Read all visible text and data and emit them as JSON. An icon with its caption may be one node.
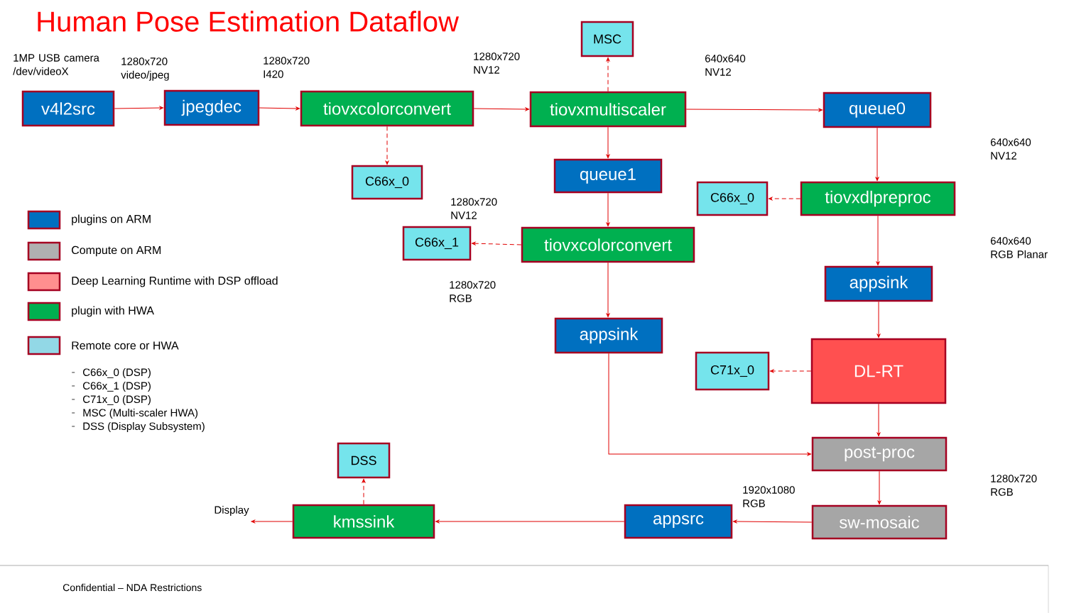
{
  "diagram": {
    "title": "Human Pose Estimation Dataflow",
    "nodes": [
      {
        "text": [
          "v4l2src"
        ],
        "beside": [
          "1MP USB camera /dev/videoX"
        ]
      },
      {
        "text": [
          "jpegdec"
        ]
      },
      {
        "text": [
          "tiovxcolorconvert"
        ]
      },
      {
        "text": [
          "MSC"
        ]
      },
      {
        "text": [
          "tiovxmultiscaler"
        ]
      },
      {
        "text": [
          "queue0"
        ]
      },
      {
        "text": [
          "C66x_0"
        ]
      },
      {
        "text": [
          "queue1"
        ]
      },
      {
        "text": [
          "C66x_0"
        ]
      },
      {
        "text": [
          "tiovxdlpreproc"
        ]
      },
      {
        "text": [
          "C66x_1"
        ]
      },
      {
        "text": [
          "tiovxcolorconvert"
        ]
      },
      {
        "text": [
          "appsink"
        ]
      },
      {
        "text": [
          "appsink"
        ]
      },
      {
        "text": [
          "C71x_0"
        ]
      },
      {
        "text": [
          "DL-RT"
        ]
      },
      {
        "text": [
          "post-proc"
        ]
      },
      {
        "text": [
          "DSS"
        ]
      },
      {
        "text": [
          "kmssink"
        ]
      },
      {
        "text": [
          "appsrc"
        ]
      },
      {
        "text": [
          "sw-mosaic"
        ]
      },
      {
        "text": [
          "Display"
        ]
      }
    ],
    "edges": [
      {
        "from": 0,
        "to": 1,
        "arrow": "to"
      },
      {
        "from": 1,
        "to": 2,
        "arrow": "to"
      },
      {
        "from": 2,
        "to": 4,
        "arrow": "to"
      },
      {
        "from": 2,
        "to": 6,
        "arrow": "to",
        "style": "dashed"
      },
      {
        "from": 4,
        "to": 3,
        "arrow": "to",
        "style": "dashed"
      },
      {
        "from": 4,
        "to": 5,
        "arrow": "to"
      },
      {
        "from": 4,
        "to": 7,
        "arrow": "to"
      },
      {
        "from": 5,
        "to": 9,
        "arrow": "to"
      },
      {
        "from": 7,
        "to": 11,
        "arrow": "to"
      },
      {
        "from": 9,
        "to": 8,
        "arrow": "to",
        "style": "dashed"
      },
      {
        "from": 11,
        "to": 10,
        "arrow": "to",
        "style": "dashed"
      },
      {
        "from": 9,
        "to": 12,
        "arrow": "to"
      },
      {
        "from": 11,
        "to": 13,
        "arrow": "to"
      },
      {
        "from": 12,
        "to": 15,
        "arrow": "to"
      },
      {
        "from": 15,
        "to": 14,
        "arrow": "to",
        "style": "dashed"
      },
      {
        "from": 13,
        "to": 16,
        "arrow": "to"
      },
      {
        "from": 15,
        "to": 16,
        "arrow": "to"
      },
      {
        "from": 16,
        "to": 20,
        "arrow": "to"
      },
      {
        "from": 20,
        "to": 19,
        "arrow": "to"
      },
      {
        "from": 19,
        "to": 18,
        "arrow": "to"
      },
      {
        "from": 18,
        "to": 17,
        "arrow": "to",
        "style": "dashed"
      },
      {
        "from": 18,
        "to": 21,
        "arrow": "to"
      }
    ],
    "labels": [
      "1280x720 video/jpeg",
      "1280x720 I420",
      "1280x720 NV12",
      "640x640 NV12",
      "640x640 NV12",
      "1280x720 NV12",
      "640x640 RGB Planar",
      "1280x720 RGB",
      "1920x1080 RGB",
      "1280x720 RGB",
      "C66x_0 (DSP)",
      "C66x_1 (DSP)",
      "C71x_0 (DSP)",
      "MSC (Multi-scaler HWA)",
      "DSS (Display Subsystem)",
      "Confidential – NDA Restrictions"
    ],
    "legend": [
      {
        "text": "plugins on ARM",
        "color": "#0070c0"
      },
      {
        "text": "Compute on ARM",
        "color": "#b0b0b0"
      },
      {
        "text": "Deep Learning Runtime with DSP offload",
        "color": "#ff8f8f"
      },
      {
        "text": "plugin with HWA",
        "color": "#00b050"
      },
      {
        "text": "Remote core or HWA",
        "color": "#92d8e6"
      }
    ]
  }
}
